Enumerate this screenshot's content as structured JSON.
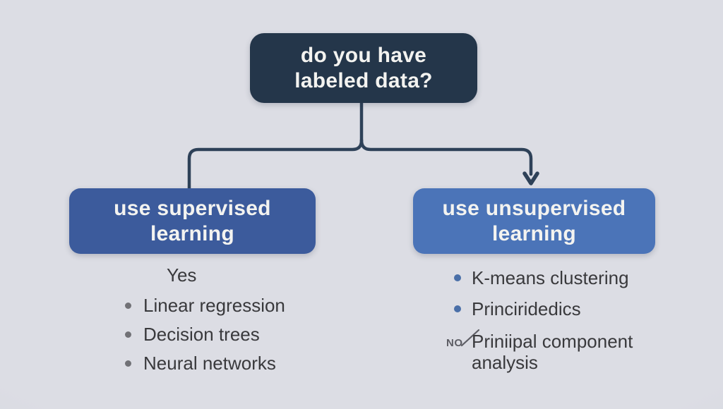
{
  "diagram": {
    "root_box": {
      "lines": [
        "do you have",
        "labeled data?"
      ]
    },
    "left_box": {
      "lines": [
        "use supervised",
        "learning"
      ]
    },
    "right_box": {
      "lines": [
        "use unsupervised",
        "learning"
      ]
    },
    "left_list": {
      "header": "Yes",
      "items": [
        "Linear regression",
        "Decision trees",
        "Neural networks"
      ]
    },
    "right_list": {
      "items": [
        "K-means clustering",
        "Princiridedics"
      ],
      "no_item": {
        "prefix": "NO",
        "lines": [
          "Priniipal component",
          "analysis"
        ]
      }
    }
  },
  "icons": {
    "arrow": "arrow-down-icon",
    "bullet": "bullet-dot-icon",
    "no_tick": "slash-tick-icon"
  },
  "colors": {
    "page_bg": "#dcdde4",
    "page_edge": "#c9ccd5",
    "root_box": "#24364a",
    "left_box": "#3c5b9c",
    "right_box": "#4b74b8",
    "box_text": "#f3f3f0",
    "connector": "#2e4158",
    "list_text": "#39393c",
    "bullet_left": "#717176",
    "bullet_right": "#4a6fa8",
    "muted": "#5d5d64"
  }
}
